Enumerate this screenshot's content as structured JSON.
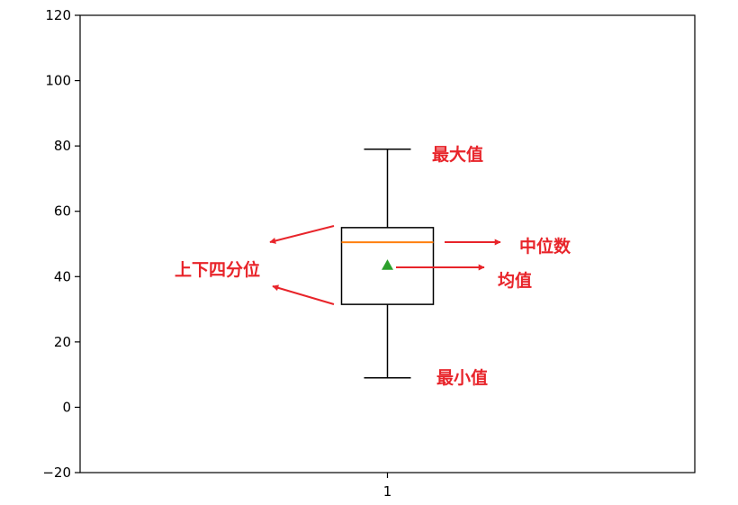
{
  "chart_data": {
    "type": "box",
    "categories": [
      "1"
    ],
    "box": {
      "min": 9,
      "q1": 31.5,
      "median": 50.5,
      "q3": 55,
      "max": 79,
      "mean": 43.5
    },
    "ylim": [
      -20,
      120
    ],
    "yticks": [
      "−20",
      "0",
      "20",
      "40",
      "60",
      "80",
      "100",
      "120"
    ],
    "ytick_values": [
      -20,
      0,
      20,
      40,
      60,
      80,
      100,
      120
    ],
    "grid": false,
    "colors": {
      "box": "#000000",
      "median": "#ff7f0e",
      "mean": "#2ca02c",
      "annotation": "#e8242a"
    },
    "annotations": {
      "max": "最大值",
      "min": "最小值",
      "median": "中位数",
      "mean": "均值",
      "quartiles": "上下四分位"
    }
  }
}
